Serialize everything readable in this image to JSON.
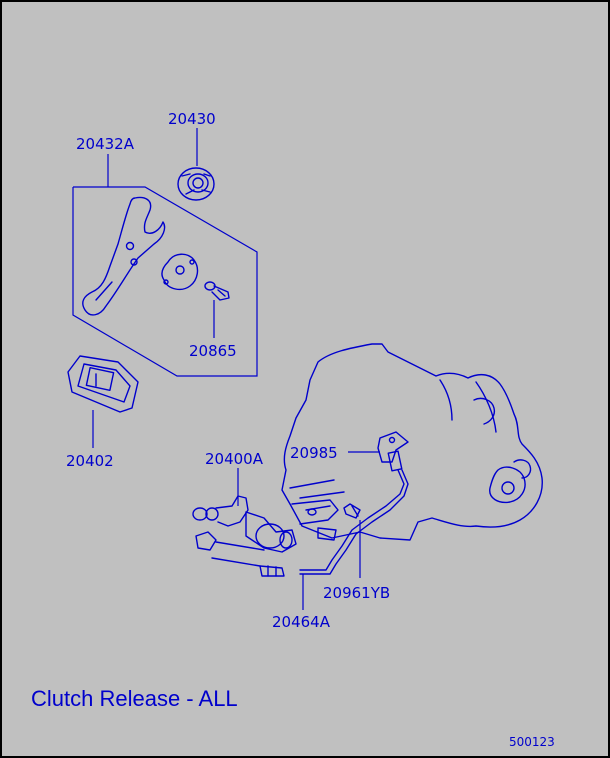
{
  "diagram": {
    "title": "Clutch Release - ALL",
    "code": "500123",
    "parts": [
      {
        "id": "20430",
        "label": "20430"
      },
      {
        "id": "20432A",
        "label": "20432A"
      },
      {
        "id": "20865",
        "label": "20865"
      },
      {
        "id": "20402",
        "label": "20402"
      },
      {
        "id": "20985",
        "label": "20985"
      },
      {
        "id": "20400A",
        "label": "20400A"
      },
      {
        "id": "20961YB",
        "label": "20961YB"
      },
      {
        "id": "20464A",
        "label": "20464A"
      }
    ],
    "colors": {
      "background": "#c0c0c0",
      "ink": "#0000cc",
      "border": "#000000"
    }
  }
}
